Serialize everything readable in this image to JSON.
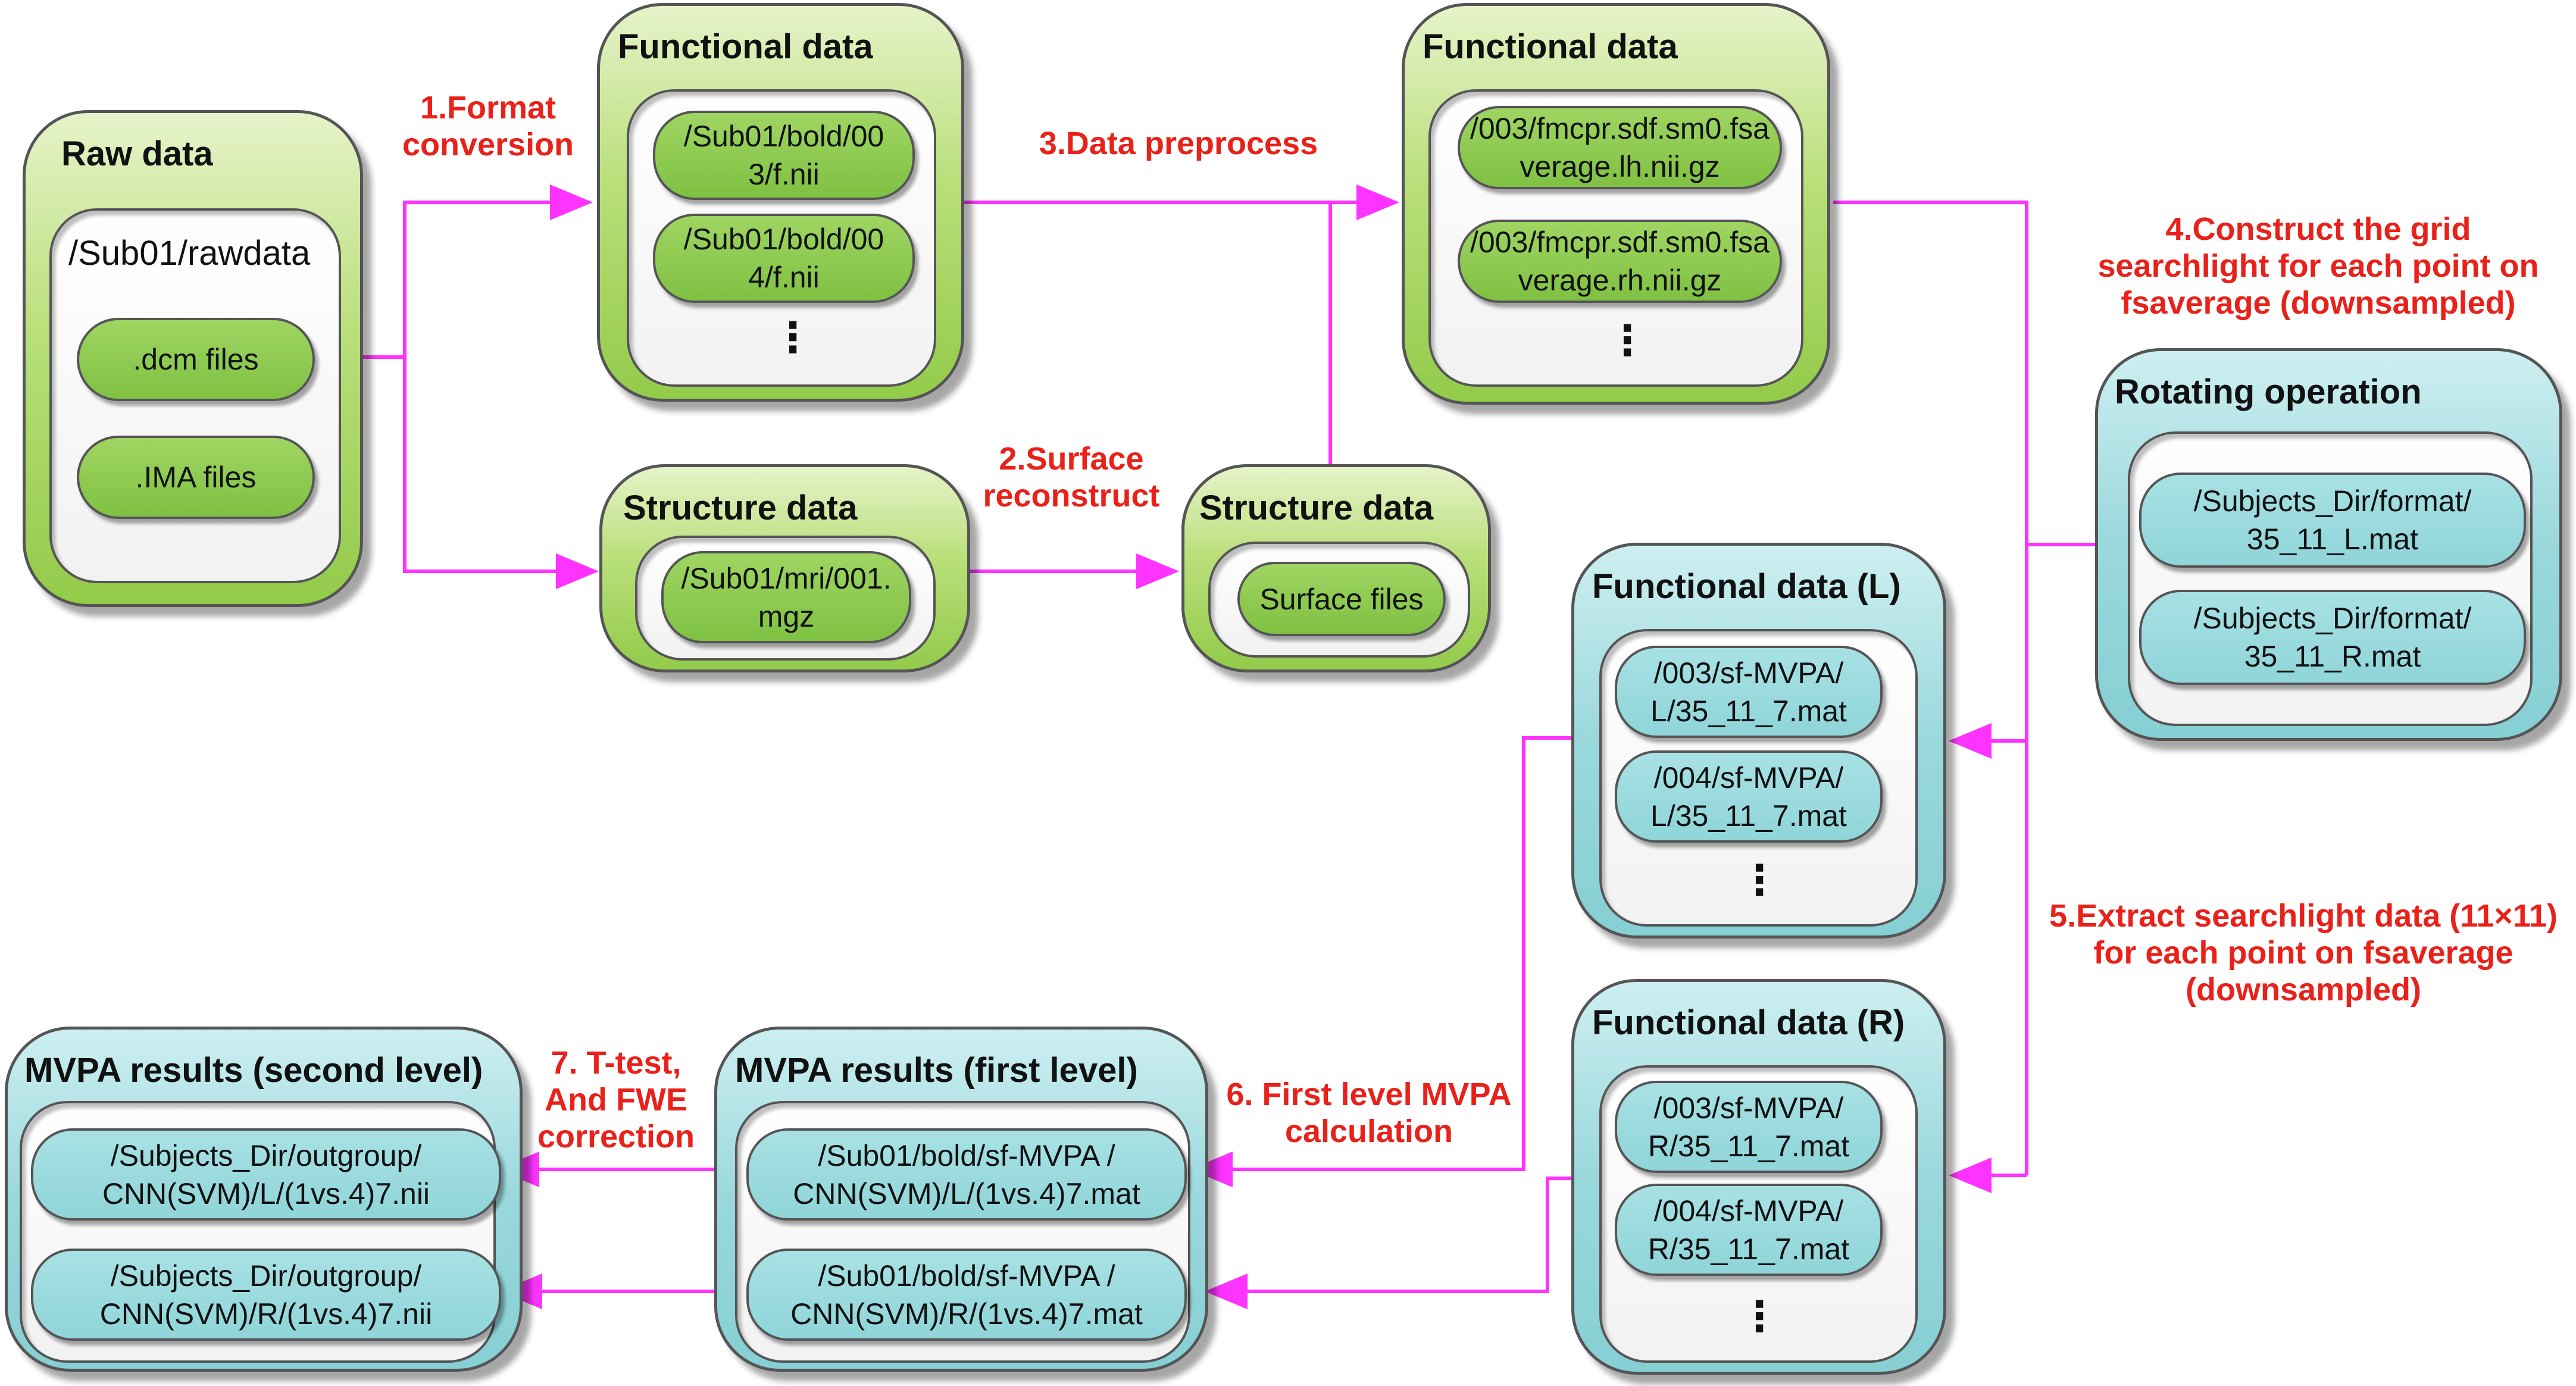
{
  "boxes": {
    "raw_data": {
      "title": "Raw data",
      "folder": "/Sub01/rawdata",
      "items": [
        ".dcm files",
        ".IMA files"
      ]
    },
    "functional_1": {
      "title": "Functional data",
      "items": [
        "/Sub01/bold/00\n3/f.nii",
        "/Sub01/bold/00\n4/f.nii"
      ],
      "more": "⋮"
    },
    "structure_1": {
      "title": "Structure data",
      "items": [
        "/Sub01/mri/001.\nmgz"
      ]
    },
    "structure_2": {
      "title": "Structure data",
      "items": [
        "Surface files"
      ]
    },
    "functional_2": {
      "title": "Functional data",
      "items": [
        "/003/fmcpr.sdf.sm0.fsa\nverage.lh.nii.gz",
        "/003/fmcpr.sdf.sm0.fsa\nverage.rh.nii.gz"
      ],
      "more": "⋮"
    },
    "rotating": {
      "title": "Rotating operation",
      "items": [
        "/Subjects_Dir/format/\n35_11_L.mat",
        "/Subjects_Dir/format/\n35_11_R.mat"
      ]
    },
    "functional_L": {
      "title": "Functional data (L)",
      "items": [
        "/003/sf-MVPA/\nL/35_11_7.mat",
        "/004/sf-MVPA/\nL/35_11_7.mat"
      ],
      "more": "⋮"
    },
    "functional_R": {
      "title": "Functional data (R)",
      "items": [
        "/003/sf-MVPA/\nR/35_11_7.mat",
        "/004/sf-MVPA/\nR/35_11_7.mat"
      ],
      "more": "⋮"
    },
    "mvpa_first": {
      "title": "MVPA results (first level)",
      "items": [
        "/Sub01/bold/sf-MVPA /\nCNN(SVM)/L/(1vs.4)7.mat",
        "/Sub01/bold/sf-MVPA /\nCNN(SVM)/R/(1vs.4)7.mat"
      ]
    },
    "mvpa_second": {
      "title": "MVPA results (second level)",
      "items": [
        "/Subjects_Dir/outgroup/\nCNN(SVM)/L/(1vs.4)7.nii",
        "/Subjects_Dir/outgroup/\nCNN(SVM)/R/(1vs.4)7.nii"
      ]
    }
  },
  "steps": [
    "1.Format\nconversion",
    "2.Surface\nreconstruct",
    "3.Data preprocess",
    "4.Construct the grid\nsearchlight for each point on\nfsaverage (downsampled)",
    "5.Extract searchlight data (11×11)\nfor each point on fsaverage\n(downsampled)",
    "6. First level MVPA\ncalculation",
    "7. T-test,\nAnd FWE\ncorrection"
  ],
  "colors": {
    "arrow": "#ff33ff",
    "step_text": "#e8221a",
    "green": "#8ccb4a",
    "teal": "#8fd5d9",
    "outline": "#555555"
  }
}
